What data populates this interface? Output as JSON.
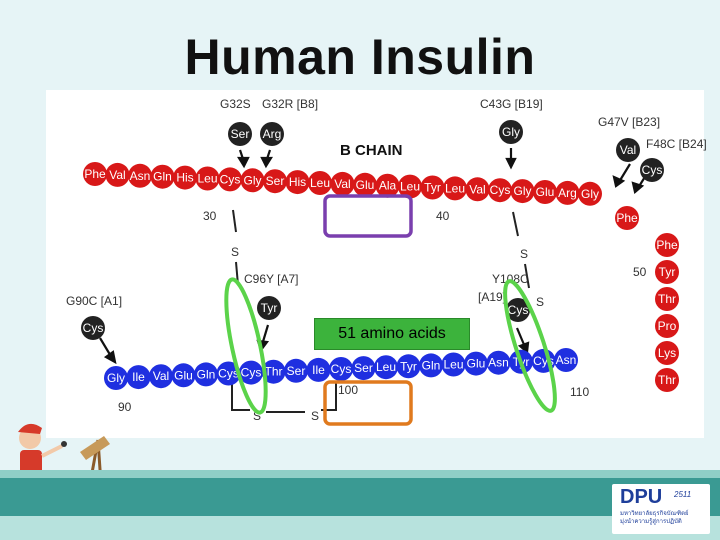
{
  "title": "Human Insulin",
  "b_chain_label": "B CHAIN",
  "annotation_box": "51 amino acids",
  "b_chain": {
    "row": [
      "Phe",
      "Val",
      "Asn",
      "Gln",
      "His",
      "Leu",
      "Cys",
      "Gly",
      "Ser",
      "His",
      "Leu",
      "Val",
      "Glu",
      "Ala",
      "Leu",
      "Tyr",
      "Leu",
      "Val",
      "Cys",
      "Gly",
      "Glu",
      "Arg",
      "Gly"
    ],
    "tail": [
      "Phe",
      "Phe",
      "Tyr",
      "Thr",
      "Pro",
      "Lys",
      "Thr"
    ]
  },
  "a_chain": [
    "Gly",
    "Ile",
    "Val",
    "Glu",
    "Gln",
    "Cys",
    "Cys",
    "Thr",
    "Ser",
    "Ile",
    "Cys",
    "Ser",
    "Leu",
    "Tyr",
    "Gln",
    "Leu",
    "Glu",
    "Asn",
    "Tyr",
    "Cys",
    "Asn"
  ],
  "mutations": {
    "g32s": {
      "label": "G32S",
      "residue": "Ser"
    },
    "g32r": {
      "label": "G32R [B8]",
      "residue": "Arg"
    },
    "c43g": {
      "label": "C43G [B19]",
      "residue": "Gly"
    },
    "g47v": {
      "label": "G47V [B23]",
      "residue": "Val"
    },
    "f48c": {
      "label": "F48C [B24]",
      "residue": "Cys"
    },
    "c96y": {
      "label": "C96Y [A7]",
      "residue": "Tyr"
    },
    "g90c": {
      "label": "G90C [A1]",
      "residue": "Cys"
    },
    "y108c": {
      "label": "Y108C",
      "residue": "Cys"
    },
    "a19": {
      "label": "[A19]"
    }
  },
  "numbers": {
    "n30": "30",
    "n40": "40",
    "n50": "50",
    "n90": "90",
    "n100": "100",
    "n110": "110"
  },
  "sulfur": "S",
  "logo": {
    "name": "DPU",
    "year": "2511",
    "line1": "มหาวิทยาลัยธุรกิจบัณฑิตย์",
    "line2": "มุ่งนำความรู้สู่การปฏิบัติ"
  },
  "colors": {
    "residue_red": "#d81818",
    "residue_blue": "#1f2fe0",
    "residue_dark": "#222222",
    "highlight_green": "#5bd34a",
    "highlight_purple": "#7a3fae",
    "highlight_orange": "#e07a1e"
  }
}
